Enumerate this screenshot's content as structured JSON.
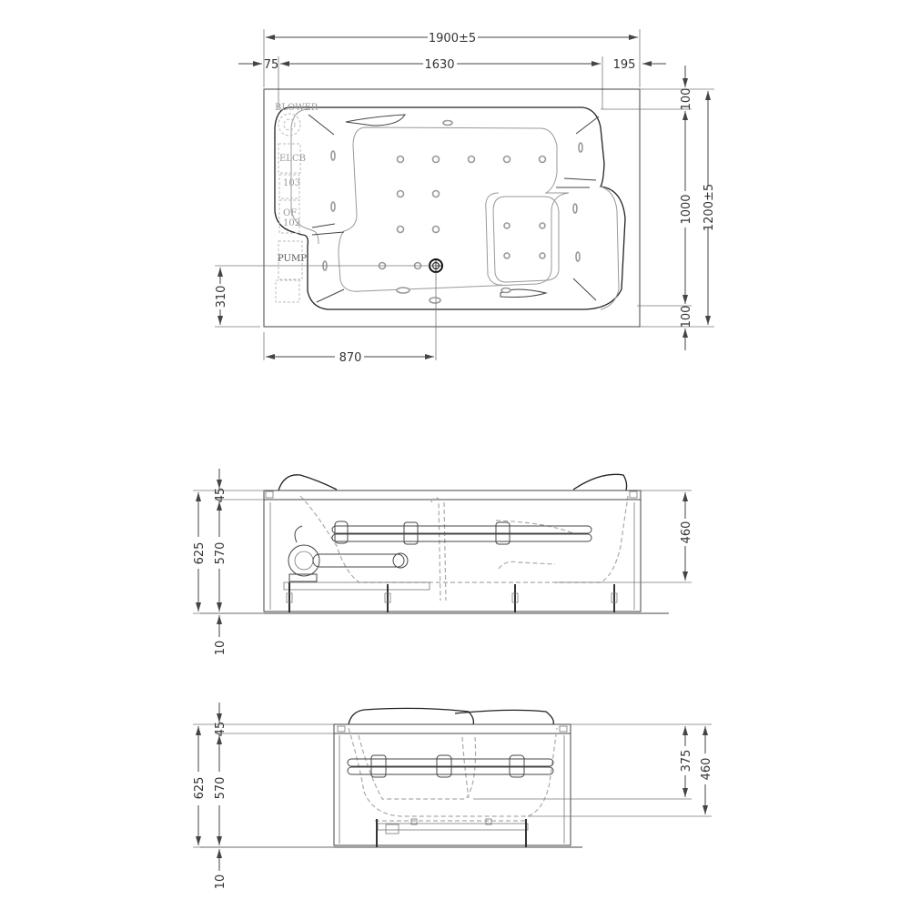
{
  "drawing": {
    "title": "Whirlpool bathtub technical drawing",
    "top_view": {
      "dims": {
        "overall_length": "1900±5",
        "inner_length": "1630",
        "left_rim": "75",
        "right_rim": "195",
        "top_rim": "100",
        "inner_width": "1000",
        "bottom_rim": "100",
        "overall_width": "1200±5",
        "drain_from_bottom": "310",
        "drain_from_left": "870"
      },
      "component_labels": {
        "blower": "BLOWER",
        "elcb": "ELCB",
        "elcb_code": "103",
        "of": "OF",
        "of_code": "102",
        "pump": "PUMP"
      }
    },
    "front_view": {
      "dims": {
        "rim_height": "45",
        "total_height": "625",
        "body_height": "570",
        "floor_gap": "10",
        "depth": "460"
      }
    },
    "side_view": {
      "dims": {
        "rim_height": "45",
        "total_height": "625",
        "body_height": "570",
        "floor_gap": "10",
        "seat_depth": "375",
        "depth": "460"
      }
    }
  }
}
